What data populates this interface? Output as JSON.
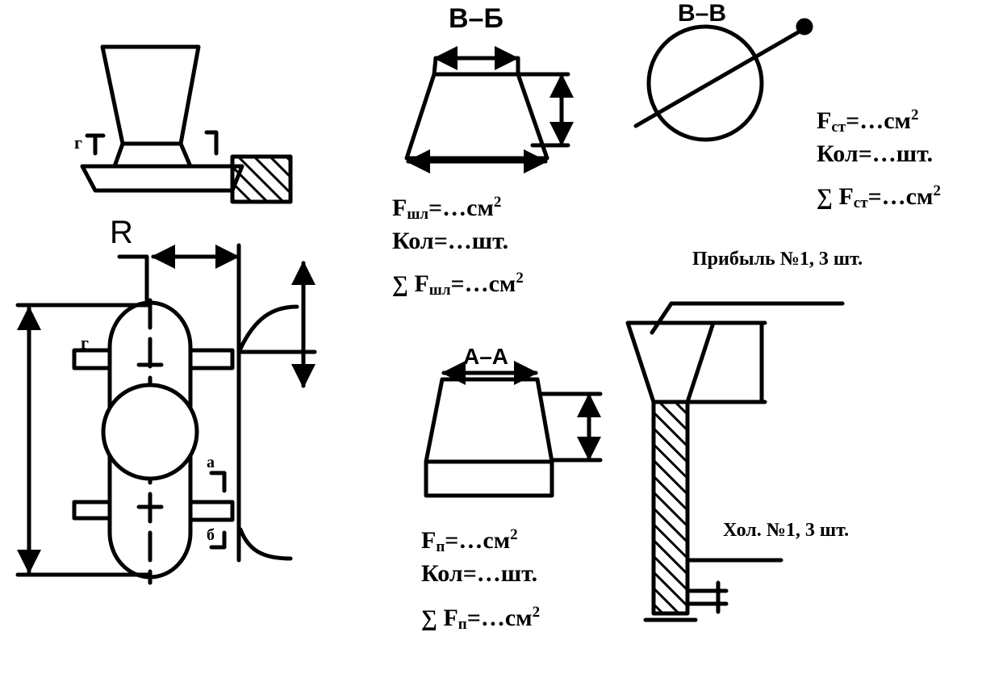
{
  "sections": {
    "b_b": "В–Б",
    "v_v": "В–В",
    "a_a": "А–А",
    "r": "R"
  },
  "slag_catcher": {
    "area_prefix": "F",
    "area_sub": "шл",
    "area_value": "=…см",
    "area_exp": "2",
    "count": "Кол=…шт.",
    "sum_symbol": "∑",
    "sum_prefix": " F",
    "sum_sub": "шл",
    "sum_value": "=…см",
    "sum_exp": "2"
  },
  "riser": {
    "area_prefix": "F",
    "area_sub": "ст",
    "area_value": "=…см",
    "area_exp": "2",
    "count": "Кол=…шт.",
    "sum_symbol": "∑",
    "sum_prefix": " F",
    "sum_sub": "ст",
    "sum_value": "=…см",
    "sum_exp": "2"
  },
  "feeder": {
    "area_prefix": "F",
    "area_sub": "п",
    "area_value": "=…см",
    "area_exp": "2",
    "count": "Кол=…шт.",
    "sum_symbol": "∑",
    "sum_prefix": " F",
    "sum_sub": "п",
    "sum_value": "=…см",
    "sum_exp": "2"
  },
  "notes": {
    "profit": "Прибыль №1, 3 шт.",
    "chill": "Хол. №1, 3 шт."
  },
  "marks": {
    "g_top": "г",
    "g_mid": "г",
    "a_small": "а",
    "b_small": "б"
  }
}
